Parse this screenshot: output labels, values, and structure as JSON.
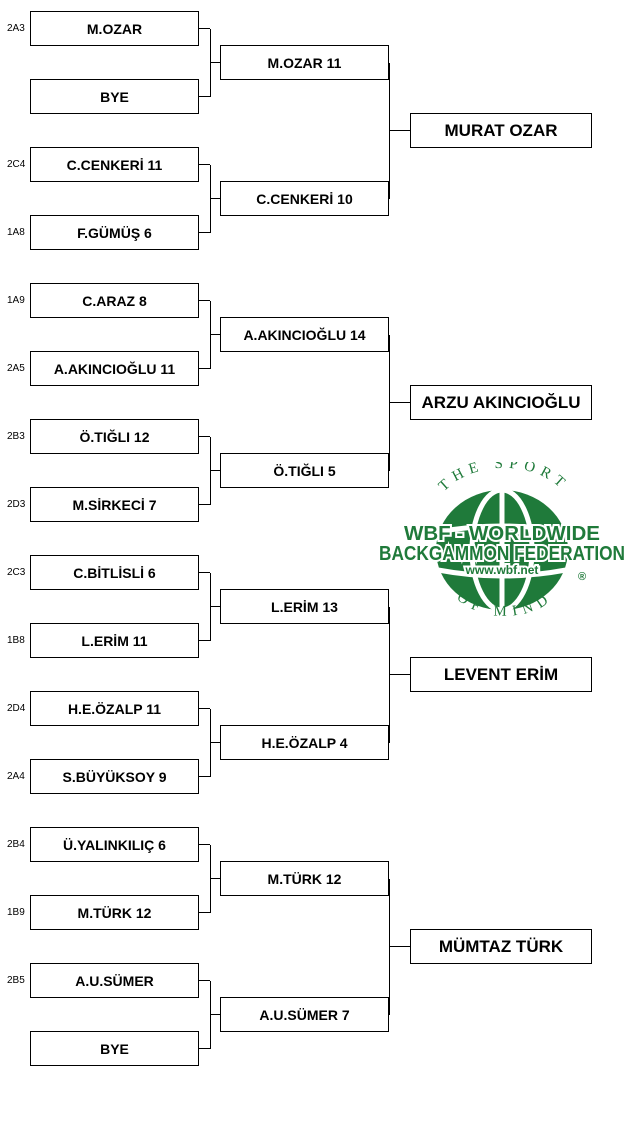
{
  "groups": [
    {
      "r1": [
        {
          "seed": "2A3",
          "label": "M.OZAR"
        },
        {
          "seed": "",
          "label": "BYE"
        },
        {
          "seed": "2C4",
          "label": "C.CENKERİ  11"
        },
        {
          "seed": "1A8",
          "label": "F.GÜMÜŞ  6"
        }
      ],
      "r2": [
        "M.OZAR  11",
        "C.CENKERİ  10"
      ],
      "winner": "MURAT OZAR"
    },
    {
      "r1": [
        {
          "seed": "1A9",
          "label": "C.ARAZ  8"
        },
        {
          "seed": "2A5",
          "label": "A.AKINCIOĞLU  11"
        },
        {
          "seed": "2B3",
          "label": "Ö.TIĞLI  12"
        },
        {
          "seed": "2D3",
          "label": "M.SİRKECİ  7"
        }
      ],
      "r2": [
        "A.AKINCIOĞLU  14",
        "Ö.TIĞLI  5"
      ],
      "winner": "ARZU AKINCIOĞLU"
    },
    {
      "r1": [
        {
          "seed": "2C3",
          "label": "C.BİTLİSLİ  6"
        },
        {
          "seed": "1B8",
          "label": "L.ERİM  11"
        },
        {
          "seed": "2D4",
          "label": "H.E.ÖZALP  11"
        },
        {
          "seed": "2A4",
          "label": "S.BÜYÜKSOY  9"
        }
      ],
      "r2": [
        "L.ERİM  13",
        "H.E.ÖZALP  4"
      ],
      "winner": "LEVENT ERİM"
    },
    {
      "r1": [
        {
          "seed": "2B4",
          "label": "Ü.YALINKILIÇ  6"
        },
        {
          "seed": "1B9",
          "label": "M.TÜRK  12"
        },
        {
          "seed": "2B5",
          "label": "A.U.SÜMER"
        },
        {
          "seed": "",
          "label": "BYE"
        }
      ],
      "r2": [
        "M.TÜRK  12",
        "A.U.SÜMER  7"
      ],
      "winner": "MÜMTAZ TÜRK"
    }
  ],
  "logo": {
    "top_text": "THE SPORT",
    "line1": "WBF - WORLDWIDE",
    "line2": "BACKGAMMON FEDERATION",
    "url": "www.wbf.net",
    "bottom_text": "OF MIND",
    "registered": "®",
    "color": "#1f7a3a"
  }
}
